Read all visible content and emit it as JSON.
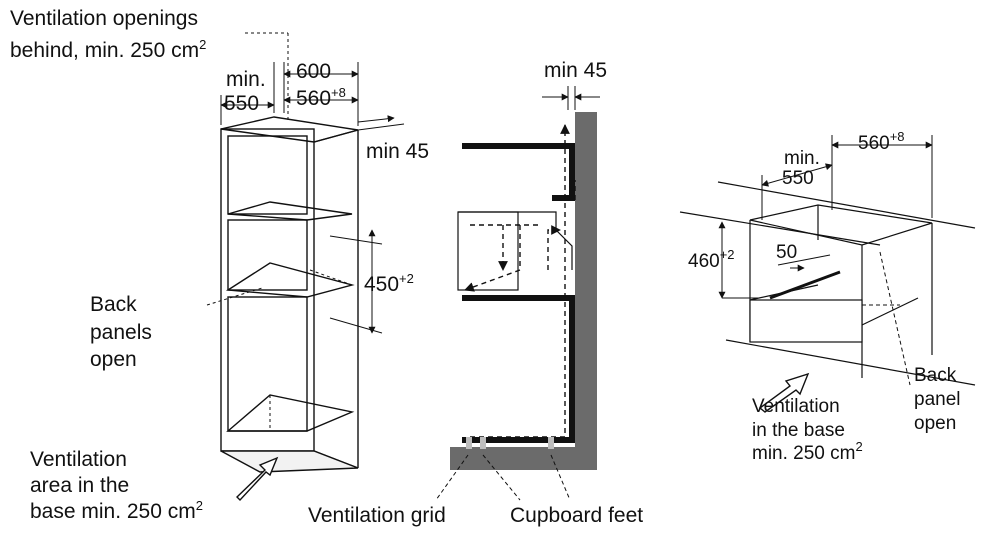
{
  "left": {
    "vent_behind_line1": "Ventilation openings",
    "vent_behind_line2_text": "behind, min. 250 cm",
    "vent_behind_line2_sup": "2",
    "dim_min_label": "min.",
    "dim_550": "550",
    "dim_600": "600",
    "dim_560": "560",
    "dim_560_sup": "+8",
    "dim_min45": "min 45",
    "dim_450": "450",
    "dim_450_sup": "+2",
    "back_panels_line1": "Back",
    "back_panels_line2": "panels",
    "back_panels_line3": "open",
    "vent_area_line1": "Ventilation",
    "vent_area_line2": "area in the",
    "vent_area_line3_text": "base min. 250 cm",
    "vent_area_line3_sup": "2"
  },
  "middle": {
    "dim_min45": "min 45",
    "ventilation_grid": "Ventilation grid",
    "cupboard_feet": "Cupboard feet"
  },
  "right": {
    "dim_min_label": "min.",
    "dim_550": "550",
    "dim_560": "560",
    "dim_560_sup": "+8",
    "dim_460": "460",
    "dim_460_sup": "+2",
    "dim_50": "50",
    "back_panel_line1": "Back",
    "back_panel_line2": "panel",
    "back_panel_line3": "open",
    "vent_base_line1": "Ventilation",
    "vent_base_line2": "in the base",
    "vent_base_line3_text": "min. 250 cm",
    "vent_base_line3_sup": "2"
  },
  "colors": {
    "wall": "#6b6b6b",
    "outline": "#111111",
    "feet": "#bdbdbd"
  }
}
